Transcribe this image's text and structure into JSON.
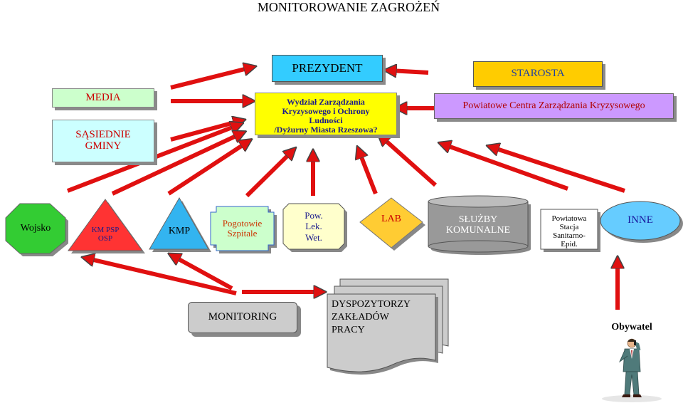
{
  "title": "MONITOROWANIE ZAGROŻEŃ",
  "nodes": {
    "prezydent": "PREZYDENT",
    "starosta": "STAROSTA",
    "media": "MEDIA",
    "sasiednie_gminy": "SĄSIEDNIE GMINY",
    "wydzial": [
      "Wydział Zarządzania",
      "Kryzysowego i Ochrony",
      "Ludności",
      "/Dyżurny Miasta Rzeszowa?"
    ],
    "powiatowe_centrum": "Powiatowe Centra Zarządzania Kryzysowego",
    "wojsko": "Wojsko",
    "km_psp": [
      "KM PSP",
      "OSP"
    ],
    "kmp": "KMP",
    "pogotowie": [
      "Pogotowie",
      "Szpitale"
    ],
    "pow_lek_wet": [
      "Pow.",
      "Lek.",
      "Wet."
    ],
    "lab": "LAB",
    "sluzby_komunalne": [
      "SŁUŻBY",
      "KOMUNALNE"
    ],
    "powiatowa_stacja": [
      "Powiatowa",
      "Stacja",
      "Sanitarno-",
      "Epid."
    ],
    "inne": "INNE",
    "monitoring": "MONITORING",
    "dyspozytorzy": [
      "DYSPOZYTORZY",
      "ZAKŁADÓW",
      "PRACY"
    ],
    "obywatel": "Obywatel"
  },
  "colors": {
    "arrow": "#e01010",
    "prezydent": "#33ccff",
    "starosta": "#ffcc00",
    "wydzial": "#ffff00",
    "media": "#ccffcc",
    "sasiednie_gminy": "#ccffff",
    "powiatowe_centrum": "#cc99ff",
    "wojsko": "#33cc33",
    "km_psp": "#ff3333",
    "kmp": "#33b4f0",
    "pogotowie": "#ccffcc",
    "pow_lek_wet": "#ffffcc",
    "lab": "#ffcc33",
    "sluzby_komunalne": "#999999",
    "powiatowa_stacja": "#ffffff",
    "inne": "#66ccff",
    "monitoring": "#cccccc",
    "dyspozytorzy": "#cccccc"
  },
  "icons": {
    "citizen": "businessman-phone-icon"
  }
}
